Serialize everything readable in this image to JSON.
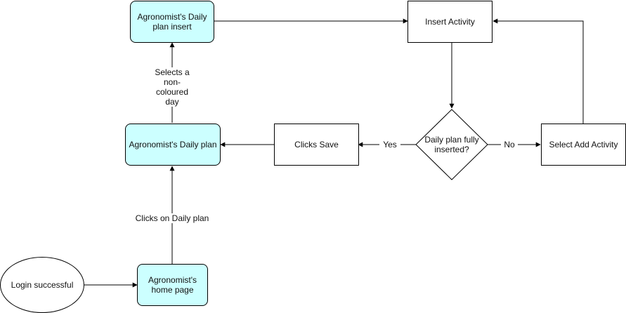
{
  "nodes": {
    "login": "Login successful",
    "home": "Agronomist's home page",
    "daily_plan": "Agronomist's Daily plan",
    "daily_plan_insert": "Agronomist's Daily plan insert",
    "insert_activity": "Insert Activity",
    "decision": "Daily plan fully inserted?",
    "clicks_save": "Clicks Save",
    "select_add_activity": "Select Add Activity"
  },
  "edges": {
    "clicks_daily_plan": "Clicks on Daily plan",
    "selects_day": "Selects a non-coloured day",
    "yes": "Yes",
    "no": "No"
  },
  "colors": {
    "screen_fill": "#ccffff",
    "stroke": "#000000"
  }
}
